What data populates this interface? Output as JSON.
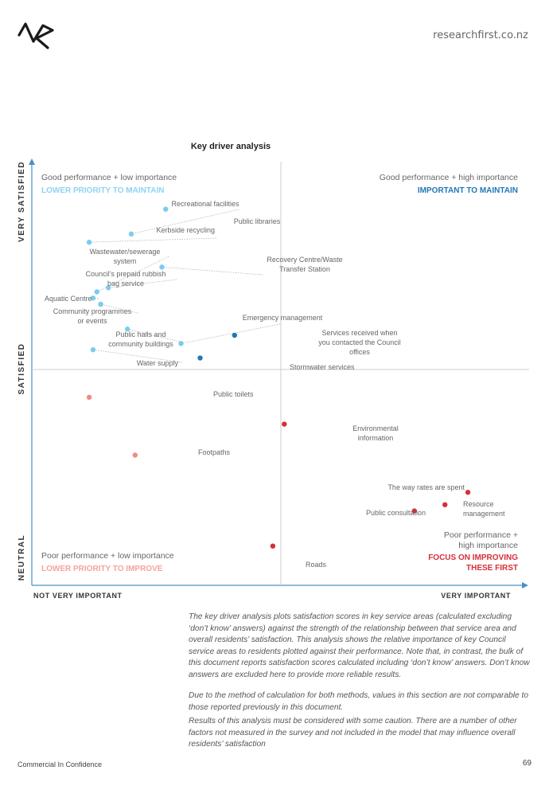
{
  "header": {
    "site": "researchfirst.co.nz"
  },
  "chart_data": {
    "type": "scatter",
    "title": "Key driver analysis",
    "xlabel_left": "NOT VERY IMPORTANT",
    "xlabel_right": "VERY IMPORTANT",
    "y_labels": [
      "VERY SATISFIED",
      "SATISFIED",
      "NEUTRAL"
    ],
    "quadrants": {
      "top_left": {
        "line1": "Good performance + low importance",
        "line2": "LOWER PRIORITY TO MAINTAIN"
      },
      "top_right": {
        "line1": "Good performance + high importance",
        "line2": "IMPORTANT TO MAINTAIN"
      },
      "bottom_left": {
        "line1": "Poor performance + low importance",
        "line2": "LOWER PRIORITY TO IMPROVE"
      },
      "bottom_right": {
        "line1a": "Poor performance +",
        "line1b": "high importance",
        "line2a": "FOCUS ON IMPROVING",
        "line2b": "THESE FIRST"
      }
    },
    "colors": {
      "good_low": "#7ccbf0",
      "good_high": "#1f78b4",
      "poor_low": "#ef8b80",
      "poor_high": "#d62f38",
      "axis": "#4a90c8",
      "grid": "#cccccc"
    },
    "points": [
      {
        "label": "Recreational facilities",
        "x": 0.86,
        "y": 4.0,
        "group": "good_low"
      },
      {
        "label": "Public libraries",
        "x": 0.95,
        "y": 4.12,
        "group": "good_low"
      },
      {
        "label": "Kerbside recycling",
        "x": 0.75,
        "y": 3.96,
        "group": "good_low"
      },
      {
        "label": "Wastewater/sewerage system",
        "x": 0.77,
        "y": 3.72,
        "group": "good_low"
      },
      {
        "label": "Recovery Centre/Waste Transfer Station",
        "x": 0.94,
        "y": 3.84,
        "group": "good_low"
      },
      {
        "label": "Council's prepaid rubbish bag service",
        "x": 0.8,
        "y": 3.74,
        "group": "good_low"
      },
      {
        "label": "Aquatic Centre",
        "x": 0.76,
        "y": 3.69,
        "group": "good_low"
      },
      {
        "label": "Community programmes or events",
        "x": 0.78,
        "y": 3.66,
        "group": "good_low"
      },
      {
        "label": "Public halls and community buildings",
        "x": 0.85,
        "y": 3.54,
        "group": "good_low"
      },
      {
        "label": "Emergency management",
        "x": 0.99,
        "y": 3.47,
        "group": "good_low"
      },
      {
        "label": "Water supply",
        "x": 0.76,
        "y": 3.44,
        "group": "good_low"
      },
      {
        "label": "Services received when you contacted the Council offices",
        "x": 1.13,
        "y": 3.51,
        "group": "good_high"
      },
      {
        "label": "Stormwater services",
        "x": 1.04,
        "y": 3.4,
        "group": "good_high"
      },
      {
        "label": "Public toilets",
        "x": 0.75,
        "y": 3.21,
        "group": "poor_low"
      },
      {
        "label": "Footpaths",
        "x": 0.87,
        "y": 2.93,
        "group": "poor_low"
      },
      {
        "label": "Environmental information",
        "x": 1.26,
        "y": 3.08,
        "group": "poor_high"
      },
      {
        "label": "The way rates are spent",
        "x": 1.74,
        "y": 2.75,
        "group": "poor_high"
      },
      {
        "label": "Resource management",
        "x": 1.68,
        "y": 2.69,
        "group": "poor_high"
      },
      {
        "label": "Public consultation",
        "x": 1.6,
        "y": 2.66,
        "group": "poor_high"
      },
      {
        "label": "Roads",
        "x": 1.23,
        "y": 2.49,
        "group": "poor_high"
      }
    ]
  },
  "body": {
    "para1": "The key driver analysis plots satisfaction scores in key service areas (calculated excluding ‘don’t know’ answers) against the strength of the relationship between that service area and overall residents’ satisfaction. This analysis shows the relative importance of key Council service areas to residents plotted against their performance. Note that, in contrast, the bulk of this document reports satisfaction scores calculated including ‘don’t know’ answers. Don’t know answers are excluded here to provide more reliable results.",
    "para2": "Due to the method of calculation for both methods, values in this section are not comparable to those reported previously in this document.",
    "para3": "Results of this analysis must be considered with some caution. There are a number of other factors not measured in the survey and not included in the model that may influence overall residents’ satisfaction"
  },
  "footer": {
    "left": "Commercial In Confidence",
    "page": "69"
  }
}
